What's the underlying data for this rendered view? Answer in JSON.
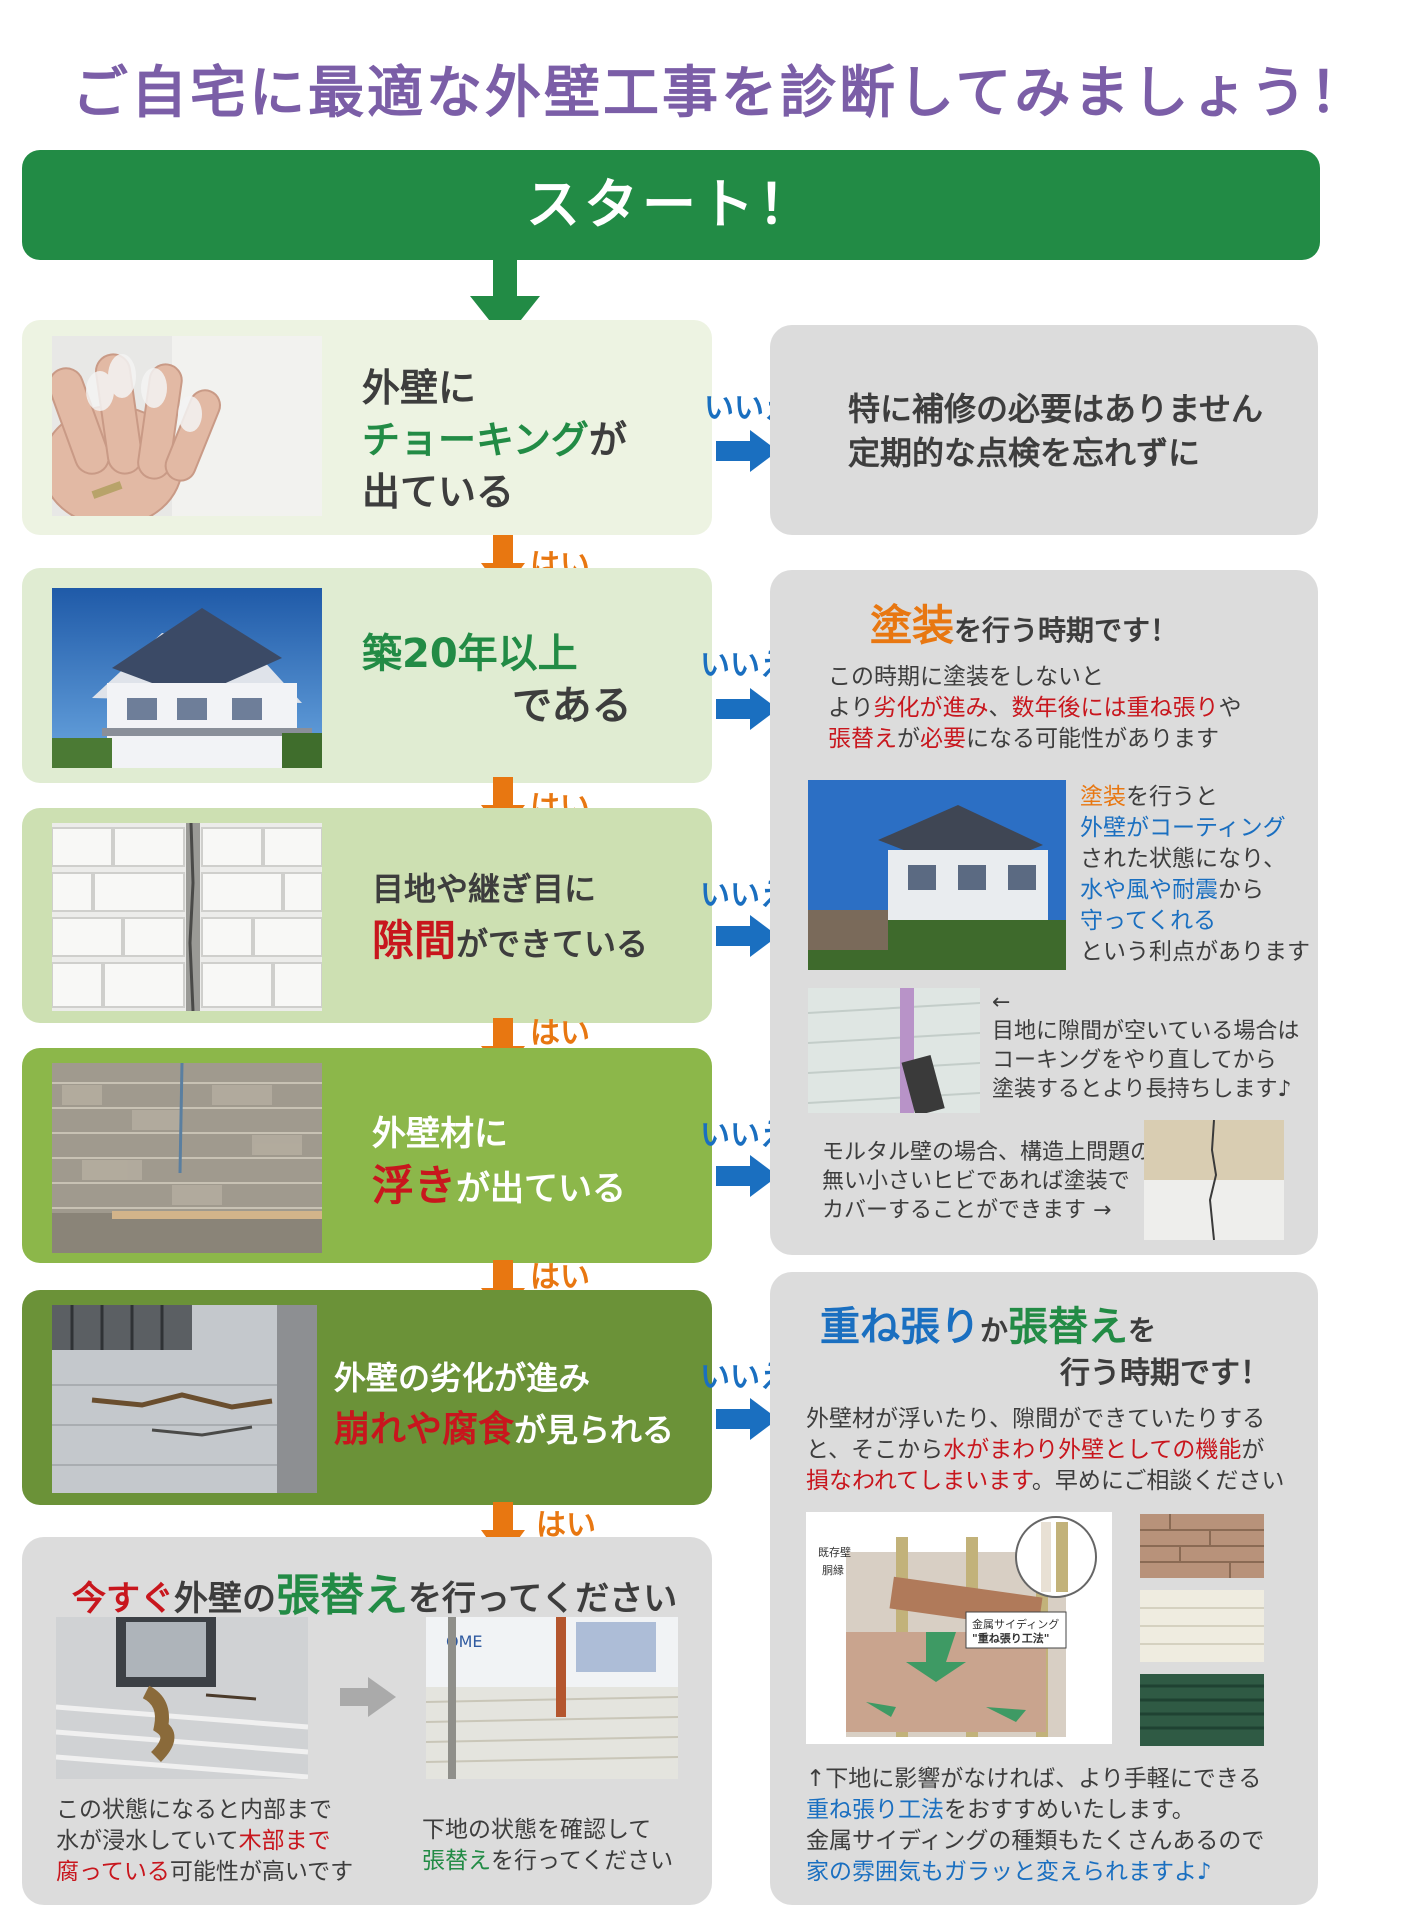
{
  "title": "ご自宅に最適な外壁工事を診断してみましょう！",
  "start": "スタート！",
  "yes": "はい",
  "no": "いいえ",
  "q1": {
    "line1": "外壁に",
    "em": "チョーキング",
    "line2a": "が",
    "line3": "出ている"
  },
  "q2": {
    "em": "築20年以上",
    "line2": "である"
  },
  "q3": {
    "line1": "目地や継ぎ目に",
    "em": "隙間",
    "line2b": "ができている"
  },
  "q4": {
    "line1": "外壁材に",
    "em": "浮き",
    "line2b": "が出ている"
  },
  "q5": {
    "line1": "外壁の劣化が進み",
    "em": "崩れや腐食",
    "line2b": "が見られる"
  },
  "ans1": {
    "line1": "特に補修の必要はありません",
    "line2": "定期的な点検を忘れずに"
  },
  "paint": {
    "head_em": "塗装",
    "head_rest": "を行う時期です！",
    "p1": "この時期に塗装をしないと",
    "p2a": "より",
    "p2b": "劣化が進み",
    "p2c": "、",
    "p2d": "数年後には重ね張り",
    "p2e": "や",
    "p3a": "張替え",
    "p3b": "が",
    "p3c": "必要",
    "p3d": "になる可能性があります",
    "benefit1a": "塗装",
    "benefit1b": "を行うと",
    "benefit2": "外壁がコーティング",
    "benefit3": "された状態になり、",
    "benefit4a": "水や風や耐震",
    "benefit4b": "から",
    "benefit5": "守ってくれる",
    "benefit6": "という利点があります",
    "caulk0": "←",
    "caulk1": "目地に隙間が空いている場合は",
    "caulk2": "コーキングをやり直してから",
    "caulk3": "塗装するとより長持ちします♪",
    "mortar1": "モルタル壁の場合、構造上問題の",
    "mortar2": "無い小さいヒビであれば塗装で",
    "mortar3": "カバーすることができます →"
  },
  "overlay": {
    "head1_em": "重ね張り",
    "head1_mid": "か",
    "head1_em2": "張替え",
    "head1_end": "を",
    "head2": "行う時期です！",
    "p1": "外壁材が浮いたり、隙間ができていたりする",
    "p2a": "と、そこから",
    "p2b": "水がまわり外壁としての機能",
    "p2c": "が",
    "p3a": "損なわれてしまいます",
    "p3b": "。早めにご相談ください",
    "diag_label1": "既存壁",
    "diag_label2": "胴縁",
    "diag_label3": "金属サイディング",
    "diag_label4": "\"重ね張り工法\"",
    "f1": "↑下地に影響がなければ、より手軽にできる",
    "f2a": "重ね張り工法",
    "f2b": "をおすすめいたします。",
    "f3": "金属サイディングの種類もたくさんあるので",
    "f4": "家の雰囲気もガラッと変えられますよ♪"
  },
  "replace": {
    "head_a": "今すぐ",
    "head_b": "外壁の",
    "head_em": "張替え",
    "head_c": "を行ってください",
    "left1": "この状態になると内部まで",
    "left2a": "水が浸水していて",
    "left2b": "木部まで",
    "left3a": "腐っている",
    "left3b": "可能性が高いです",
    "right1": "下地の状態を確認して",
    "right2a": "張替え",
    "right2b": "を行ってください"
  }
}
